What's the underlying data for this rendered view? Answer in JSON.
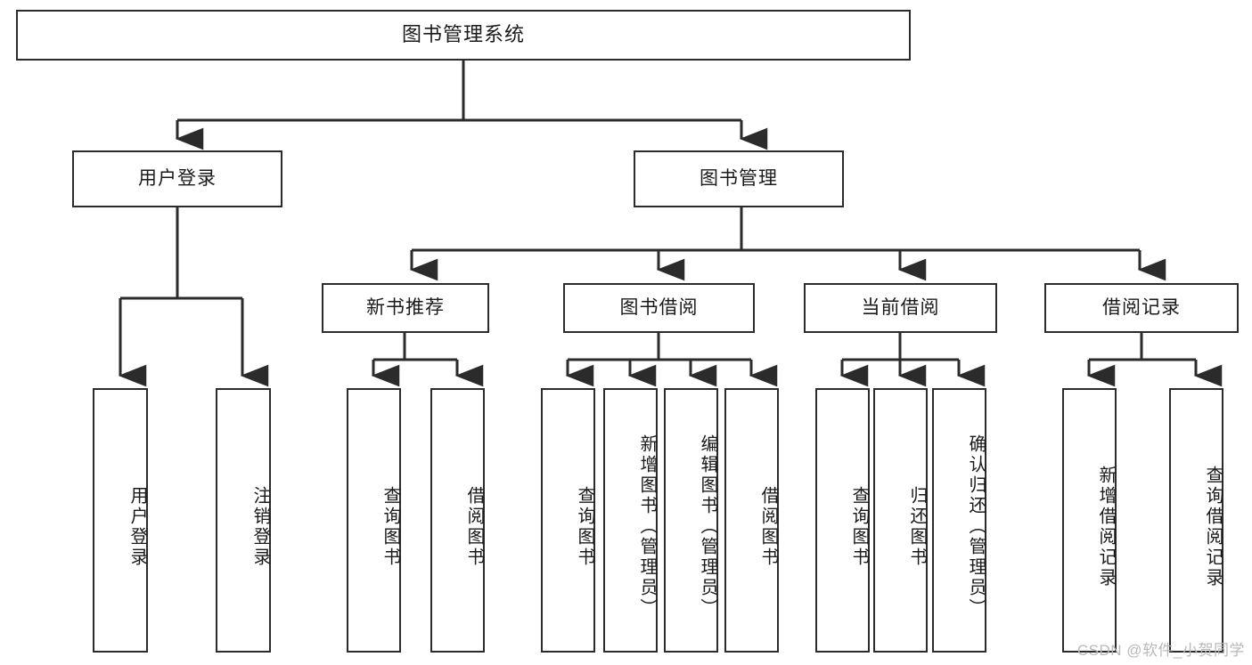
{
  "diagram": {
    "title": "图书管理系统",
    "watermark": "CSDN @软件_小贺同学",
    "stroke_color": "#2b2b2b",
    "background_color": "#ffffff",
    "levels": {
      "root": {
        "label": "图书管理系统"
      },
      "level2": [
        {
          "id": "user-login",
          "label": "用户登录"
        },
        {
          "id": "book-manage",
          "label": "图书管理"
        }
      ],
      "level3": [
        {
          "id": "new-book-recommend",
          "label": "新书推荐"
        },
        {
          "id": "book-borrow",
          "label": "图书借阅"
        },
        {
          "id": "current-borrow",
          "label": "当前借阅"
        },
        {
          "id": "borrow-record",
          "label": "借阅记录"
        }
      ],
      "leaves": [
        {
          "id": "leaf-user-login",
          "label": "用户登录",
          "parent": "user-login"
        },
        {
          "id": "leaf-logout-login",
          "label": "注销登录",
          "parent": "user-login"
        },
        {
          "id": "leaf-query-book-1",
          "label": "查询图书",
          "parent": "new-book-recommend"
        },
        {
          "id": "leaf-borrow-book-1",
          "label": "借阅图书",
          "parent": "new-book-recommend"
        },
        {
          "id": "leaf-query-book-2",
          "label": "查询图书",
          "parent": "book-borrow"
        },
        {
          "id": "leaf-add-book",
          "label": "新增图书（管理员）",
          "parent": "book-borrow"
        },
        {
          "id": "leaf-edit-book",
          "label": "编辑图书（管理员）",
          "parent": "book-borrow"
        },
        {
          "id": "leaf-borrow-book-2",
          "label": "借阅图书",
          "parent": "book-borrow"
        },
        {
          "id": "leaf-query-book-3",
          "label": "查询图书",
          "parent": "current-borrow"
        },
        {
          "id": "leaf-return-book",
          "label": "归还图书",
          "parent": "current-borrow"
        },
        {
          "id": "leaf-confirm-return",
          "label": "确认归还（管理员）",
          "parent": "current-borrow"
        },
        {
          "id": "leaf-add-record",
          "label": "新增借阅记录",
          "parent": "borrow-record"
        },
        {
          "id": "leaf-query-record",
          "label": "查询借阅记录",
          "parent": "borrow-record"
        }
      ]
    }
  }
}
